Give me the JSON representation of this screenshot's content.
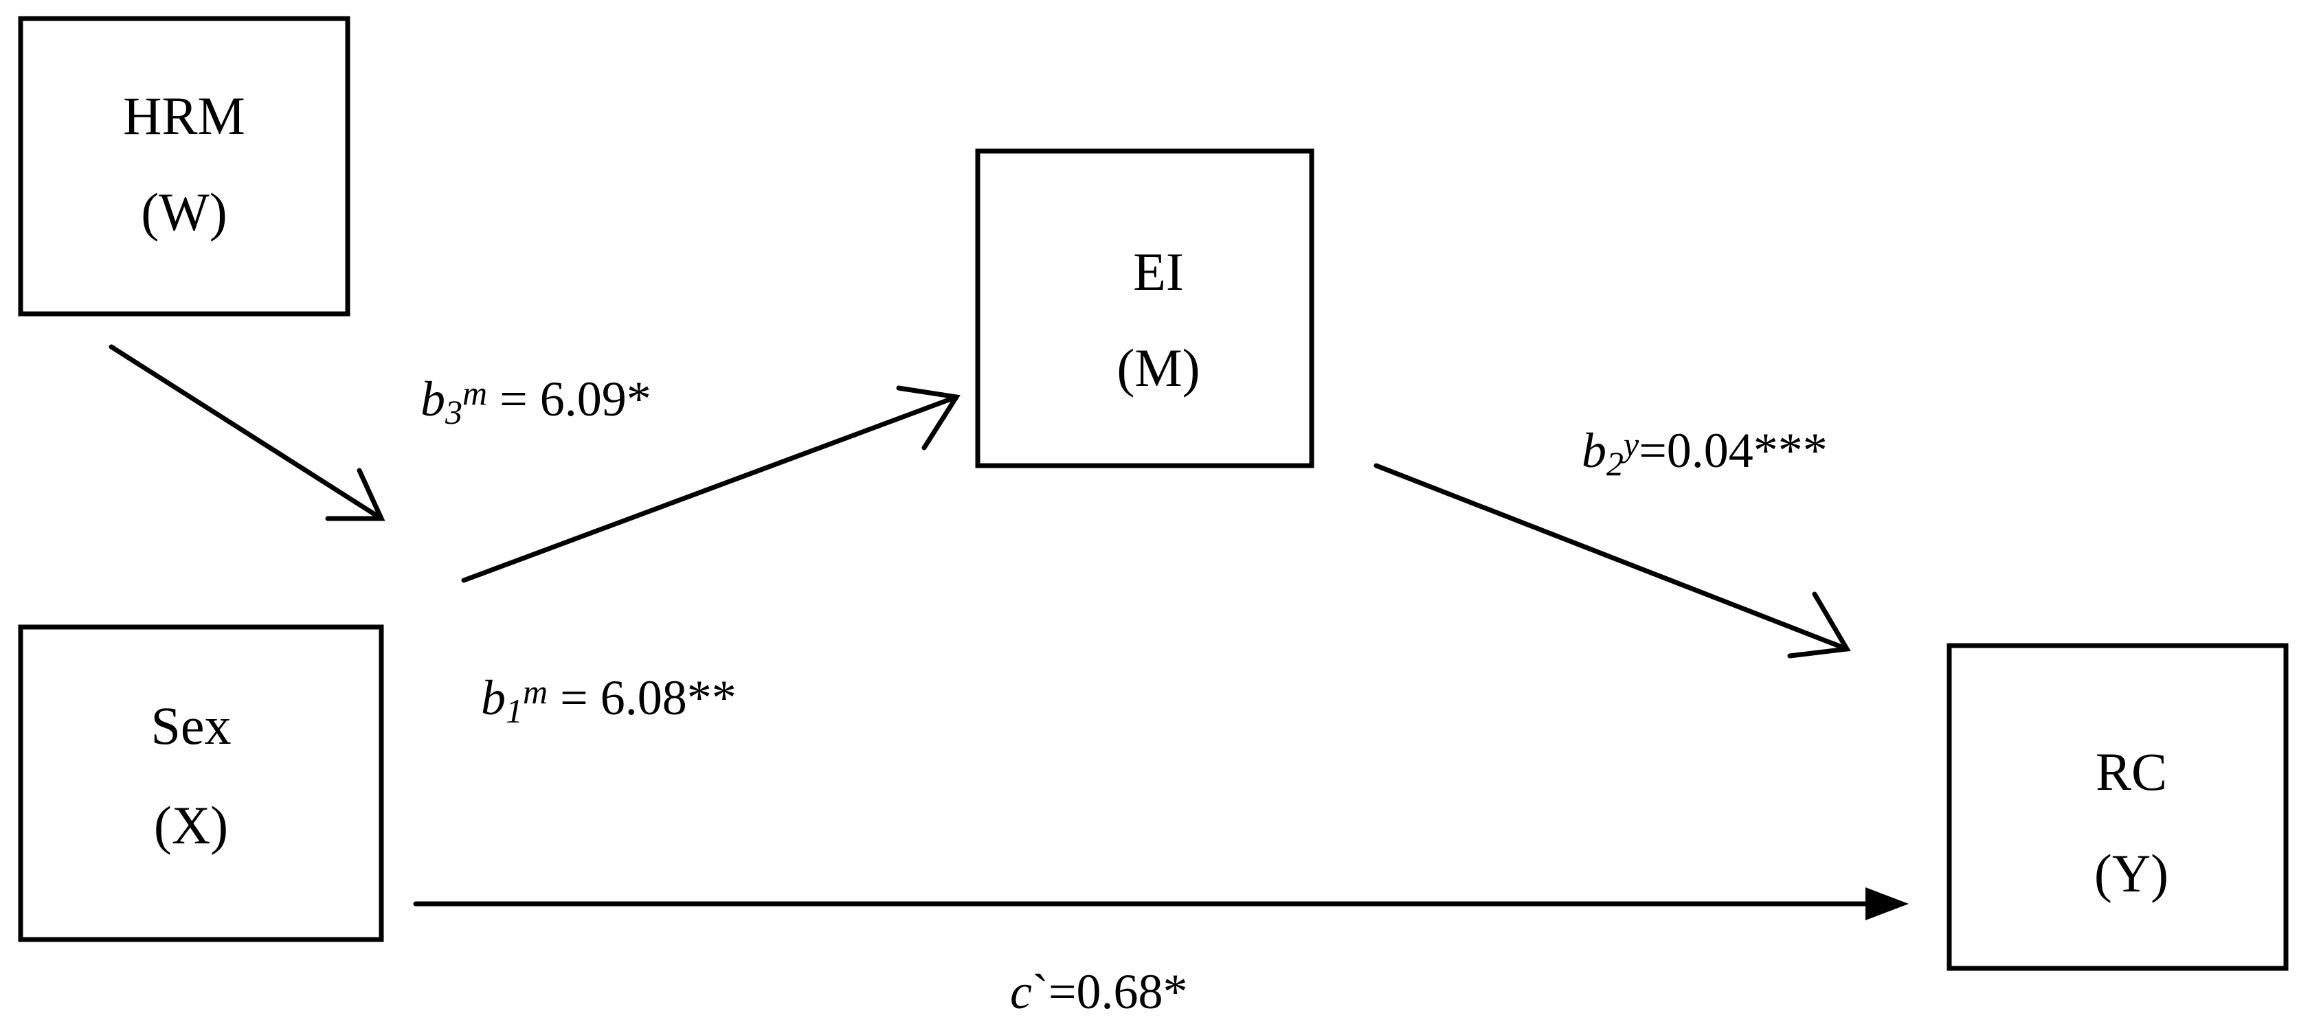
{
  "nodes": {
    "hrm": {
      "name": "HRM",
      "code": "(W)"
    },
    "ei": {
      "name": "EI",
      "code": "(M)"
    },
    "sex": {
      "name": "Sex",
      "code": "(X)"
    },
    "rc": {
      "name": "RC",
      "code": "(Y)"
    }
  },
  "paths": {
    "b3m": {
      "symbol": "b",
      "subscript": "3",
      "superscript": "m",
      "value": " = 6.09*"
    },
    "b1m": {
      "symbol": "b",
      "subscript": "1",
      "superscript": "m",
      "value": " = 6.08**"
    },
    "b2y": {
      "symbol": "b",
      "subscript": "2",
      "superscript": "y",
      "value": "=0.04***"
    },
    "c": {
      "symbol": "c",
      "value": "`=0.68*"
    }
  },
  "colors": {
    "stroke": "#000000",
    "background": "#ffffff"
  }
}
